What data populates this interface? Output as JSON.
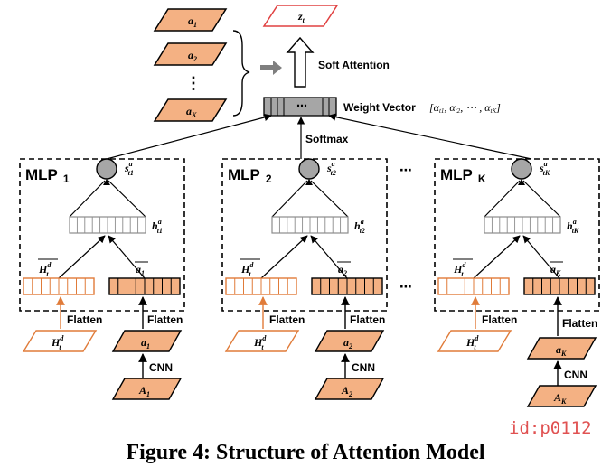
{
  "colors": {
    "orange_fill": "#f4b183",
    "orange_stroke": "#e07b39",
    "red_stroke": "#e04040",
    "gray_node": "#a6a6a6",
    "white": "#ffffff",
    "black": "#000000",
    "id_tag": "#e05252"
  },
  "stack": {
    "item1": "a",
    "item1_sub": "1",
    "item2": "a",
    "item2_sub": "2",
    "dots": "⋮",
    "itemK": "a",
    "itemK_sub": "K"
  },
  "output": {
    "label": "z",
    "sub": "t",
    "soft_attention": "Soft Attention"
  },
  "weight_vector": {
    "label": "Weight Vector",
    "formula": "[α",
    "formula_parts": [
      "t1",
      ", α",
      "t2",
      ", ⋯ , α",
      "tK",
      "]"
    ],
    "cell_dots": "⋯",
    "softmax": "Softmax"
  },
  "between_dots": "⋯",
  "mlps": [
    {
      "title": "MLP",
      "index": "1",
      "score_sub": "t1",
      "hidden_sub": "t1",
      "a_sub": "1",
      "A_sub": "1"
    },
    {
      "title": "MLP",
      "index": "2",
      "score_sub": "t2",
      "hidden_sub": "t2",
      "a_sub": "2",
      "A_sub": "2"
    },
    {
      "title": "MLP",
      "index": "K",
      "score_sub": "tK",
      "hidden_sub": "tK",
      "a_sub": "K",
      "A_sub": "K"
    }
  ],
  "common": {
    "score_base": "s",
    "score_sup": "a",
    "hidden_base": "h",
    "hidden_sup": "a",
    "hd_base": "H",
    "hd_sub": "t",
    "hd_sup": "d",
    "a_base": "a",
    "A_base": "A",
    "flatten": "Flatten",
    "cnn": "CNN"
  },
  "caption": "Figure 4: Structure of Attention Model",
  "id_tag": "id:p0112"
}
